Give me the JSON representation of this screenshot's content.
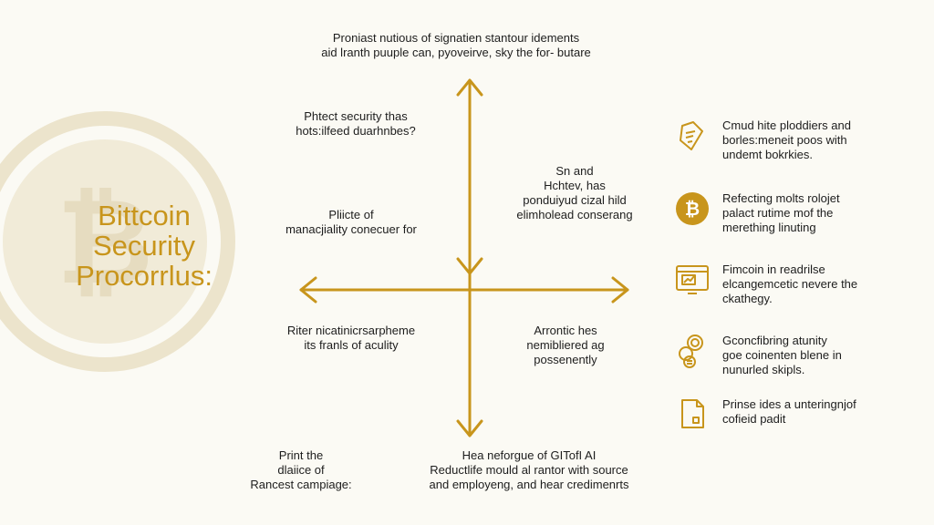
{
  "colors": {
    "accent": "#c8951c",
    "background": "#fbfaf4",
    "watermark": "#ece4cc"
  },
  "title": {
    "lines": [
      "Bittcoin",
      "Security",
      "Procorrlus:"
    ]
  },
  "top_label": {
    "lines": [
      "Proniast nutious of signatien stantour idements",
      "aid lranth puuple can, pyoveirve, sky the for- butare"
    ]
  },
  "quadrant": {
    "q1": {
      "lines": [
        "Phtect security thas",
        "hots:ilfeed duarhnbes?"
      ]
    },
    "q2": {
      "lines": [
        "Sn and",
        "Hchtev, has",
        "ponduiyud cizal hild",
        "elimholead conserang"
      ]
    },
    "q3": {
      "lines": [
        "Pliicte of",
        "manacjiality conecuer for"
      ]
    },
    "q4": {
      "lines": [
        "Riter nicatinicrsarpheme",
        "its franls of aculity"
      ]
    },
    "q5": {
      "lines": [
        "Arrontic hes",
        "nemibliered ag",
        "possenently"
      ]
    }
  },
  "bottom": {
    "left": {
      "lines": [
        "Print the",
        "dlaiice of",
        "Rancest campiage:"
      ]
    },
    "right": {
      "lines": [
        "Hea neforgue of GITofI AI",
        "Reductlife mould al rantor with source",
        "and employeng, and hear credimenrts"
      ]
    }
  },
  "sidebar": [
    {
      "icon": "document-shield-icon",
      "lines": [
        "Cmud hite ploddiers and",
        "borles:meneit poos with",
        "undemt bokrkies."
      ]
    },
    {
      "icon": "bitcoin-icon",
      "lines": [
        "Refecting molts rolojet",
        "palact rutime mof the",
        "merething linuting"
      ]
    },
    {
      "icon": "monitor-chart-icon",
      "lines": [
        "Fimcoin in readrilse",
        "elcangemcetic nevere the",
        "ckathegy."
      ]
    },
    {
      "icon": "coins-icon",
      "lines": [
        "Gconcfibring atunity",
        "goe coinenten blene in",
        "nunurled skipls."
      ]
    },
    {
      "icon": "file-icon",
      "lines": [
        "Prinse ides a unteringnjof",
        "cofieid padit"
      ]
    }
  ]
}
